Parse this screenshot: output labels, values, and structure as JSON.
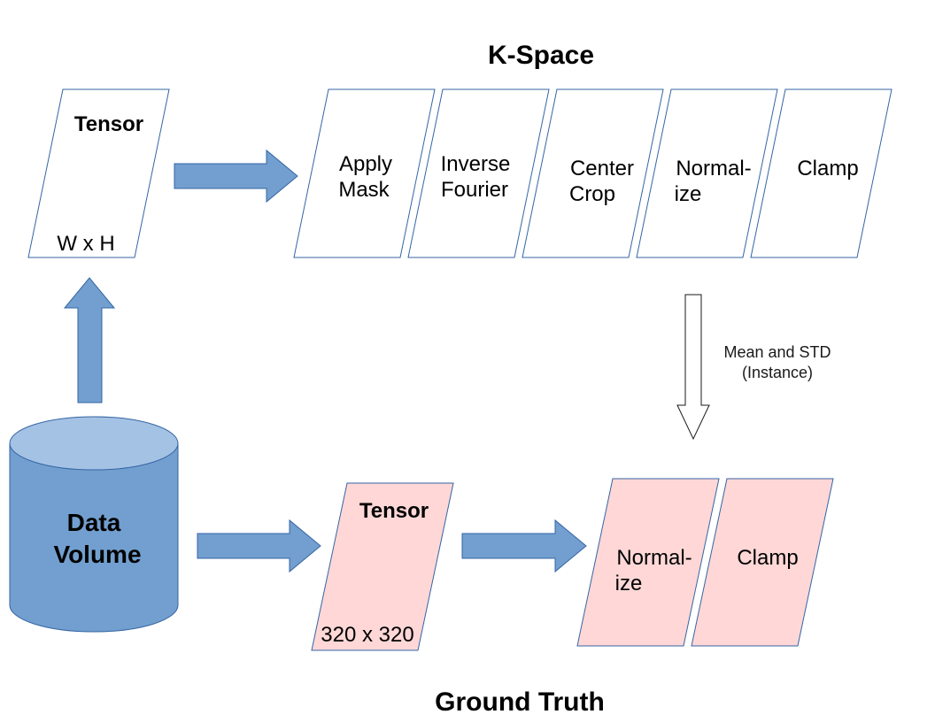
{
  "titles": {
    "kspace": "K-Space",
    "ground_truth": "Ground Truth"
  },
  "kspace": {
    "tensor": {
      "title": "Tensor",
      "size": "W x H"
    },
    "steps": [
      {
        "line1": "Apply",
        "line2": "Mask"
      },
      {
        "line1": "Inverse",
        "line2": "Fourier"
      },
      {
        "line1": "Center",
        "line2": "Crop"
      },
      {
        "line1": "Normal-",
        "line2": "ize"
      },
      {
        "line1": "Clamp",
        "line2": ""
      }
    ]
  },
  "stats_note": {
    "line1": "Mean and STD",
    "line2": "(Instance)"
  },
  "data_volume": {
    "line1": "Data",
    "line2": "Volume"
  },
  "ground_truth": {
    "tensor": {
      "title": "Tensor",
      "size": "320 x 320"
    },
    "steps": [
      {
        "line1": "Normal-",
        "line2": "ize"
      },
      {
        "line1": "Clamp",
        "line2": ""
      }
    ]
  },
  "colors": {
    "arrow_fill": "#729fcf",
    "arrow_stroke": "#3465a4",
    "box_stroke": "#3465a4",
    "pink_fill": "#ffd7d7",
    "cylinder_body": "#729fcf",
    "cylinder_top": "#a4c2e4"
  }
}
